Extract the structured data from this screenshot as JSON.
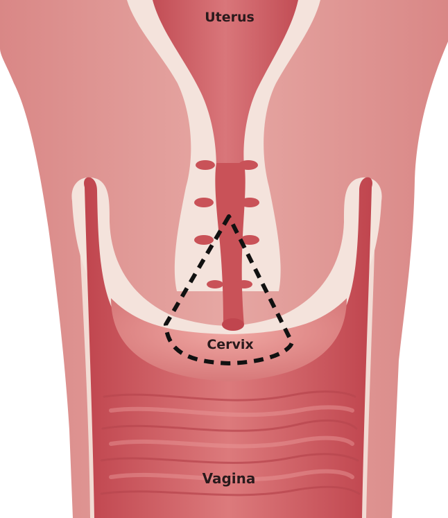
{
  "labels": {
    "uterus": "Uterus",
    "cervix": "Cervix",
    "vagina": "Vagina"
  },
  "colors": {
    "label_text": "#2a1a1c",
    "outer_tissue": "#dc8f8e",
    "tissue_light": "#e7a9a4",
    "pale_lining": "#f4e3dc",
    "canal": "#c9535a",
    "vaginal_canal": "#d66c70",
    "ruga_dark": "#b9474f",
    "cervix_surface": "#e08e8a",
    "outline_dash": "#111111"
  },
  "icons": {
    "cervix_region_marker": "dashed-triangle-outline"
  }
}
